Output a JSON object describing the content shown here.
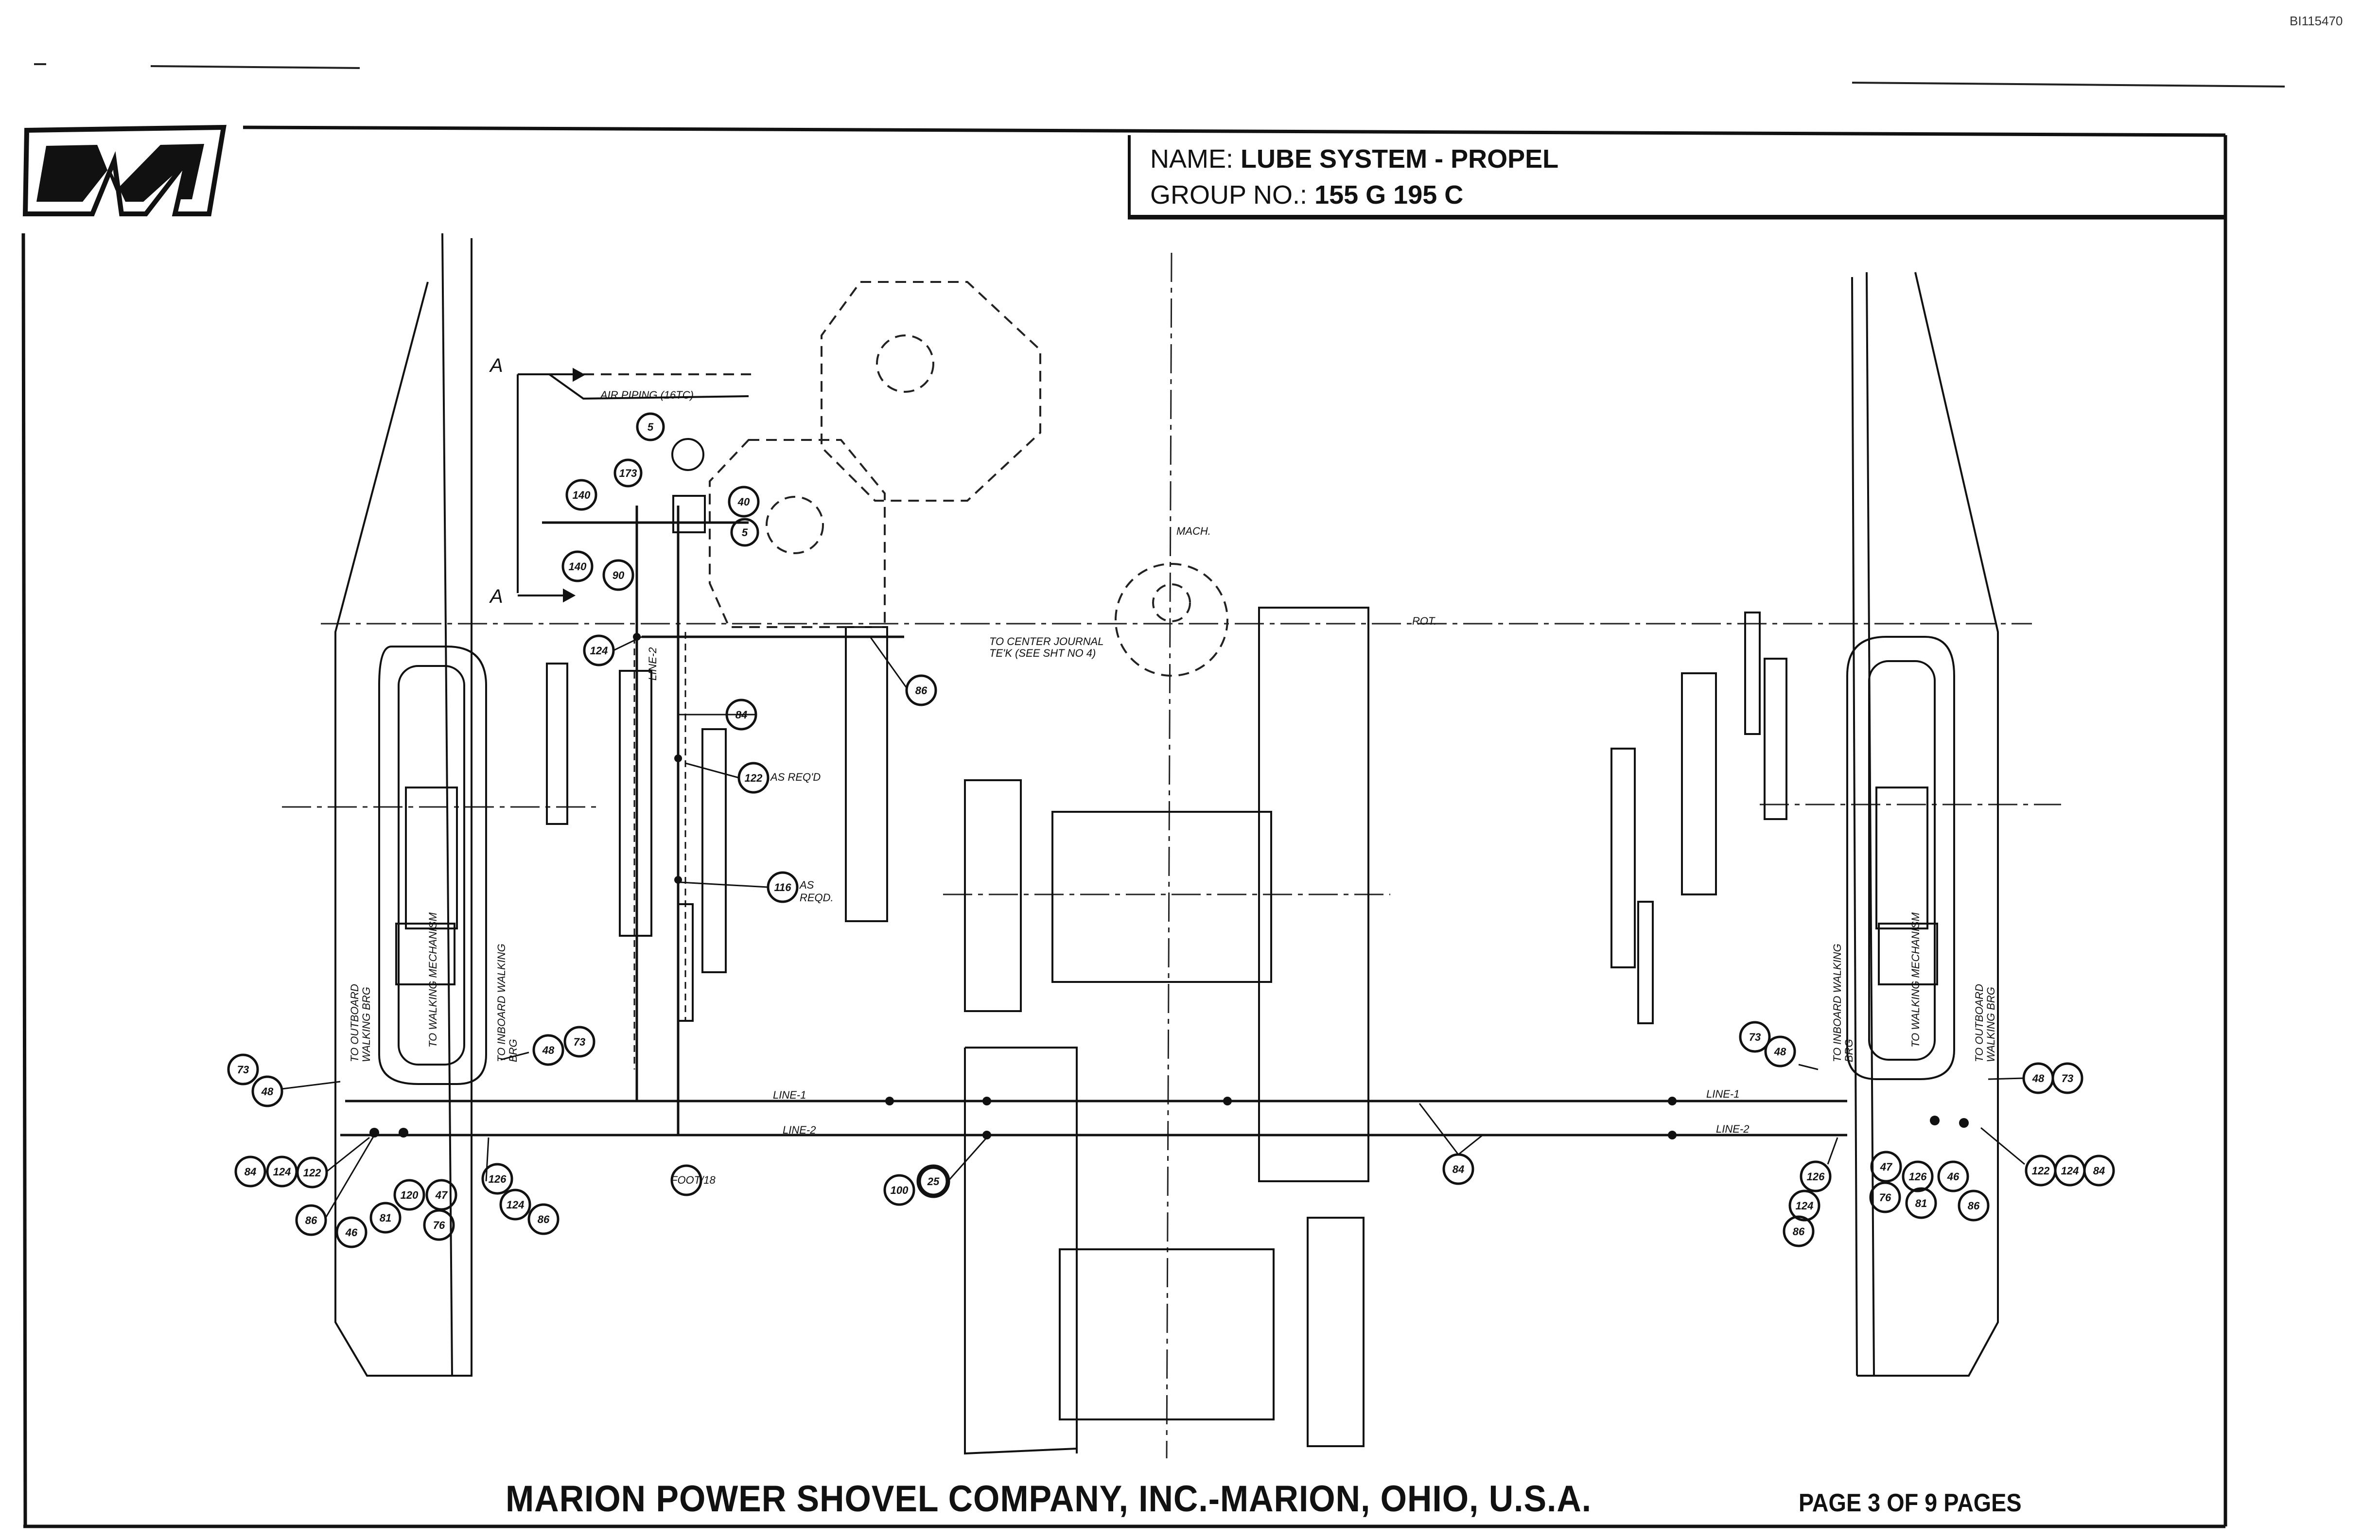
{
  "document": {
    "id": "BI115470",
    "logo_letter": "M"
  },
  "title_block": {
    "name_label": "NAME:",
    "name_value": "LUBE SYSTEM - PROPEL",
    "group_label": "GROUP NO.:",
    "group_value": "155 G 195 C"
  },
  "footer": {
    "company": "MARION POWER SHOVEL COMPANY, INC.-MARION, OHIO, U.S.A.",
    "page": "PAGE 3 OF 9 PAGES"
  },
  "annotations": {
    "air_piping": "AIR PIPING (16TC)",
    "section_a": "A",
    "center_journal": "TO CENTER JOURNAL TE'K (SEE SHT NO 4)",
    "as_reqd_1": "AS REQ'D",
    "as_reqd_2": "AS REQD.",
    "machine": "MACH.",
    "rot": "ROT.",
    "line_1": "LINE-1",
    "line_2": "LINE-2",
    "to_outboard_left": "TO OUTBOARD WALKING BRG",
    "to_walking_mech_left": "TO WALKING MECHANISM",
    "to_inboard_left": "TO INBOARD WALKING BRG",
    "to_inboard_right": "TO INBOARD WALKING BRG",
    "to_walking_mech_right": "TO WALKING MECHANISM",
    "to_outboard_right": "TO OUTBOARD WALKING BRG",
    "footer_pipe": "FOOT/18"
  },
  "callouts": {
    "c_upper": [
      "5",
      "140",
      "173",
      "40",
      "5",
      "140",
      "90",
      "124",
      "86",
      "84",
      "122",
      "116"
    ],
    "c_left_bottom": [
      "73",
      "48",
      "84",
      "124",
      "122",
      "86",
      "46",
      "81",
      "120",
      "47",
      "76",
      "126",
      "124",
      "86",
      "48",
      "73"
    ],
    "c_mid_bottom": [
      "100",
      "25",
      "84"
    ],
    "c_right_bottom": [
      "73",
      "48",
      "126",
      "124",
      "86",
      "47",
      "76",
      "126",
      "81",
      "46",
      "86",
      "122",
      "124",
      "84",
      "48",
      "73"
    ]
  }
}
